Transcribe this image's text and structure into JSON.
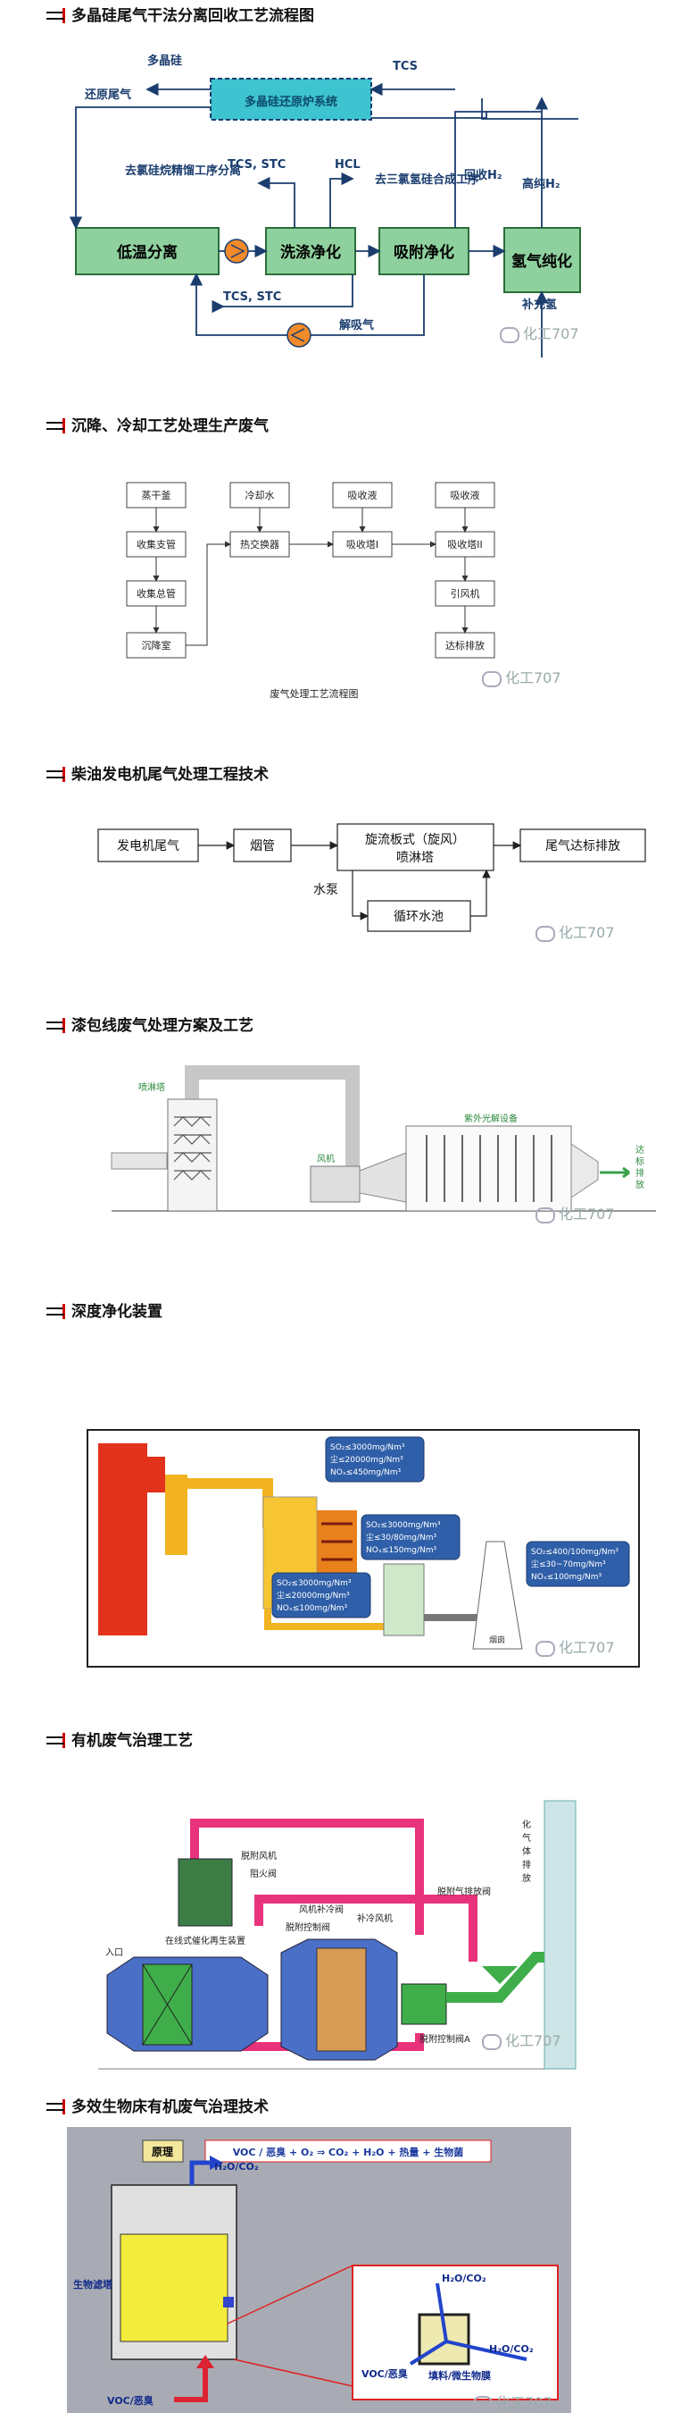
{
  "sections": [
    {
      "title": "多晶硅尾气干法分离回收工艺流程图",
      "labels": {
        "polysilicon": "多晶硅",
        "reduction_tail": "还原尾气",
        "system": "多晶硅还原炉系统",
        "tcs_top": "TCS",
        "dechlor_distill": "去氯硅烷精馏工序分离",
        "tcs_stc_1": "TCS, STC",
        "hcl": "HCL",
        "trichlor": "去三氯氢硅合成工序",
        "recover_h2": "回收H₂",
        "high_purity_h2": "高纯H₂",
        "low_temp": "低温分离",
        "wash": "洗涤净化",
        "adsorb": "吸附净化",
        "h2_purify": "氢气纯化",
        "tcs_stc_2": "TCS, STC",
        "regen_gas": "解吸气",
        "make_up_h2": "补充氢"
      }
    },
    {
      "title": "沉降、冷却工艺处理生产废气",
      "labels": {
        "dryer": "蒸干釜",
        "collect_branch": "收集支管",
        "collect_main": "收集总管",
        "settle": "沉降室",
        "cool_water": "冷却水",
        "heat_ex": "热交换器",
        "absorb_liquid_1": "吸收液",
        "absorb_tower_1": "吸收塔I",
        "absorb_liquid_2": "吸收液",
        "absorb_tower_2": "吸收塔II",
        "fan": "引风机",
        "discharge": "达标排放",
        "caption": "废气处理工艺流程图"
      }
    },
    {
      "title": "柴油发电机尾气处理工程技术",
      "labels": {
        "generator": "发电机尾气",
        "flue": "烟管",
        "scrubber_l1": "旋流板式（旋风）",
        "scrubber_l2": "喷淋塔",
        "standard": "尾气达标排放",
        "pump": "水泵",
        "pool": "循环水池"
      }
    },
    {
      "title": "漆包线废气处理方案及工艺",
      "labels": {
        "spray_tower": "喷淋塔",
        "fan": "风机",
        "uv_device": "紫外光解设备",
        "out_l1": "达",
        "out_l2": "标",
        "out_l3": "排",
        "out_l4": "放"
      }
    },
    {
      "title": "深度净化装置",
      "labels": {
        "box1_l1": "SO₂≤3000mg/Nm³",
        "box1_l2": "尘≤20000mg/Nm³",
        "box1_l3": "NOₓ≤450mg/Nm³",
        "box2_l1": "SO₂≤3000mg/Nm³",
        "box2_l2": "尘≤30/80mg/Nm³",
        "box2_l3": "NOₓ≤150mg/Nm³",
        "box3_l1": "SO₂≤3000mg/Nm³",
        "box3_l2": "尘≤20000mg/Nm³",
        "box3_l3": "NOₓ≤100mg/Nm³",
        "box4_l1": "SO₂≤400/100mg/Nm³",
        "box4_l2": "尘≤30~70mg/Nm³",
        "box4_l3": "NOₓ≤100mg/Nm³",
        "chimney": "烟囱"
      }
    },
    {
      "title": "有机废气治理工艺",
      "labels": {
        "desorb_fan": "脱附风机",
        "fire_valve": "阻火阀",
        "fan_supply": "风机补冷阀",
        "desorb_valve": "脱附控制阀",
        "supply_fan": "补冷风机",
        "catalytic": "在线式催化再生装置",
        "inlet": "入口",
        "desorb_a": "脱附控制阀A",
        "desorb_vent": "脱附气排放阀",
        "stack_l1": "化",
        "stack_l2": "气",
        "stack_l3": "体",
        "stack_l4": "排",
        "stack_l5": "放"
      }
    },
    {
      "title": "多效生物床有机废气治理技术",
      "labels": {
        "principle": "原理",
        "equation": "VOC / 恶臭 + O₂ ⇒ CO₂ + H₂O + 热量 + 生物菌",
        "h2o_co2_left": "H₂O/CO₂",
        "bio_tower": "生物滤塔",
        "voc_in": "VOC/恶臭",
        "h2o_co2_top": "H₂O/CO₂",
        "h2o_co2_right": "H₂O/CO₂",
        "voc_small": "VOC/恶臭",
        "media": "填料/微生物膜"
      }
    }
  ],
  "watermark": "化工707",
  "colors": {
    "box_green": "#8fd19e",
    "box_border": "#2b6e3a",
    "cyan_box": "#3ec3d0",
    "pump_orange": "#f08a2a",
    "red_marker": "#cc0000",
    "navy_box": "#2f5fa8",
    "bio_bg": "#a9abb4"
  }
}
